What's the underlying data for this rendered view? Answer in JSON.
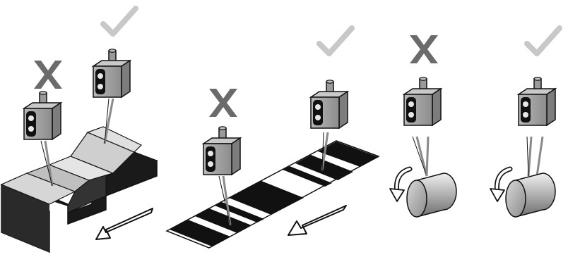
{
  "colors": {
    "cross": "#6b6b6b",
    "check": "#c8c8c8",
    "sensor_body": "#9a9a9a",
    "sensor_face": "#111111",
    "beam": "#8a8a8a",
    "block_front": "#1a1a1a",
    "block_top": "#d6d6d6",
    "tape_black": "#111111",
    "outline": "#111111"
  },
  "scenes": [
    {
      "id": "workpiece",
      "sensors": [
        {
          "mark": "cross",
          "mark_icon": "cross-icon"
        },
        {
          "mark": "check",
          "mark_icon": "check-icon"
        }
      ],
      "motion_icon": "direction-arrow-icon"
    },
    {
      "id": "striped-tape",
      "sensors": [
        {
          "mark": "cross",
          "mark_icon": "cross-icon"
        },
        {
          "mark": "check",
          "mark_icon": "check-icon"
        }
      ],
      "motion_icon": "direction-arrow-icon"
    },
    {
      "id": "roller-left",
      "sensors": [
        {
          "mark": "cross",
          "mark_icon": "cross-icon"
        }
      ],
      "motion_icon": "rotation-arrow-icon"
    },
    {
      "id": "roller-right",
      "sensors": [
        {
          "mark": "check",
          "mark_icon": "check-icon"
        }
      ],
      "motion_icon": "rotation-arrow-icon"
    }
  ]
}
